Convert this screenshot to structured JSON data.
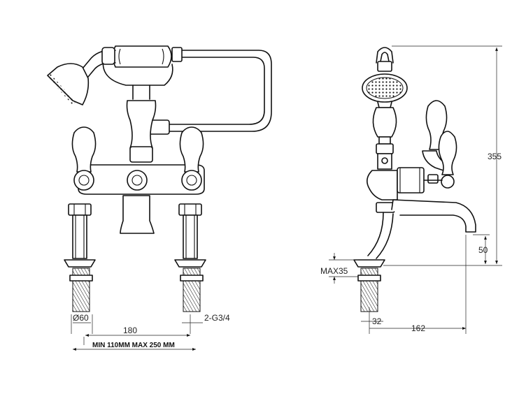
{
  "dimensions": {
    "diameter": "Ø60",
    "spacing": "180",
    "thread": "2-G3/4",
    "range": "MIN 110MM  MAX 250 MM",
    "height": "355",
    "spout_height": "50",
    "max_deck": "MAX35",
    "pillar": "32",
    "reach": "162"
  },
  "icons": {
    "front_view": "bath-shower-mixer-front-view",
    "side_view": "bath-shower-mixer-side-view"
  }
}
